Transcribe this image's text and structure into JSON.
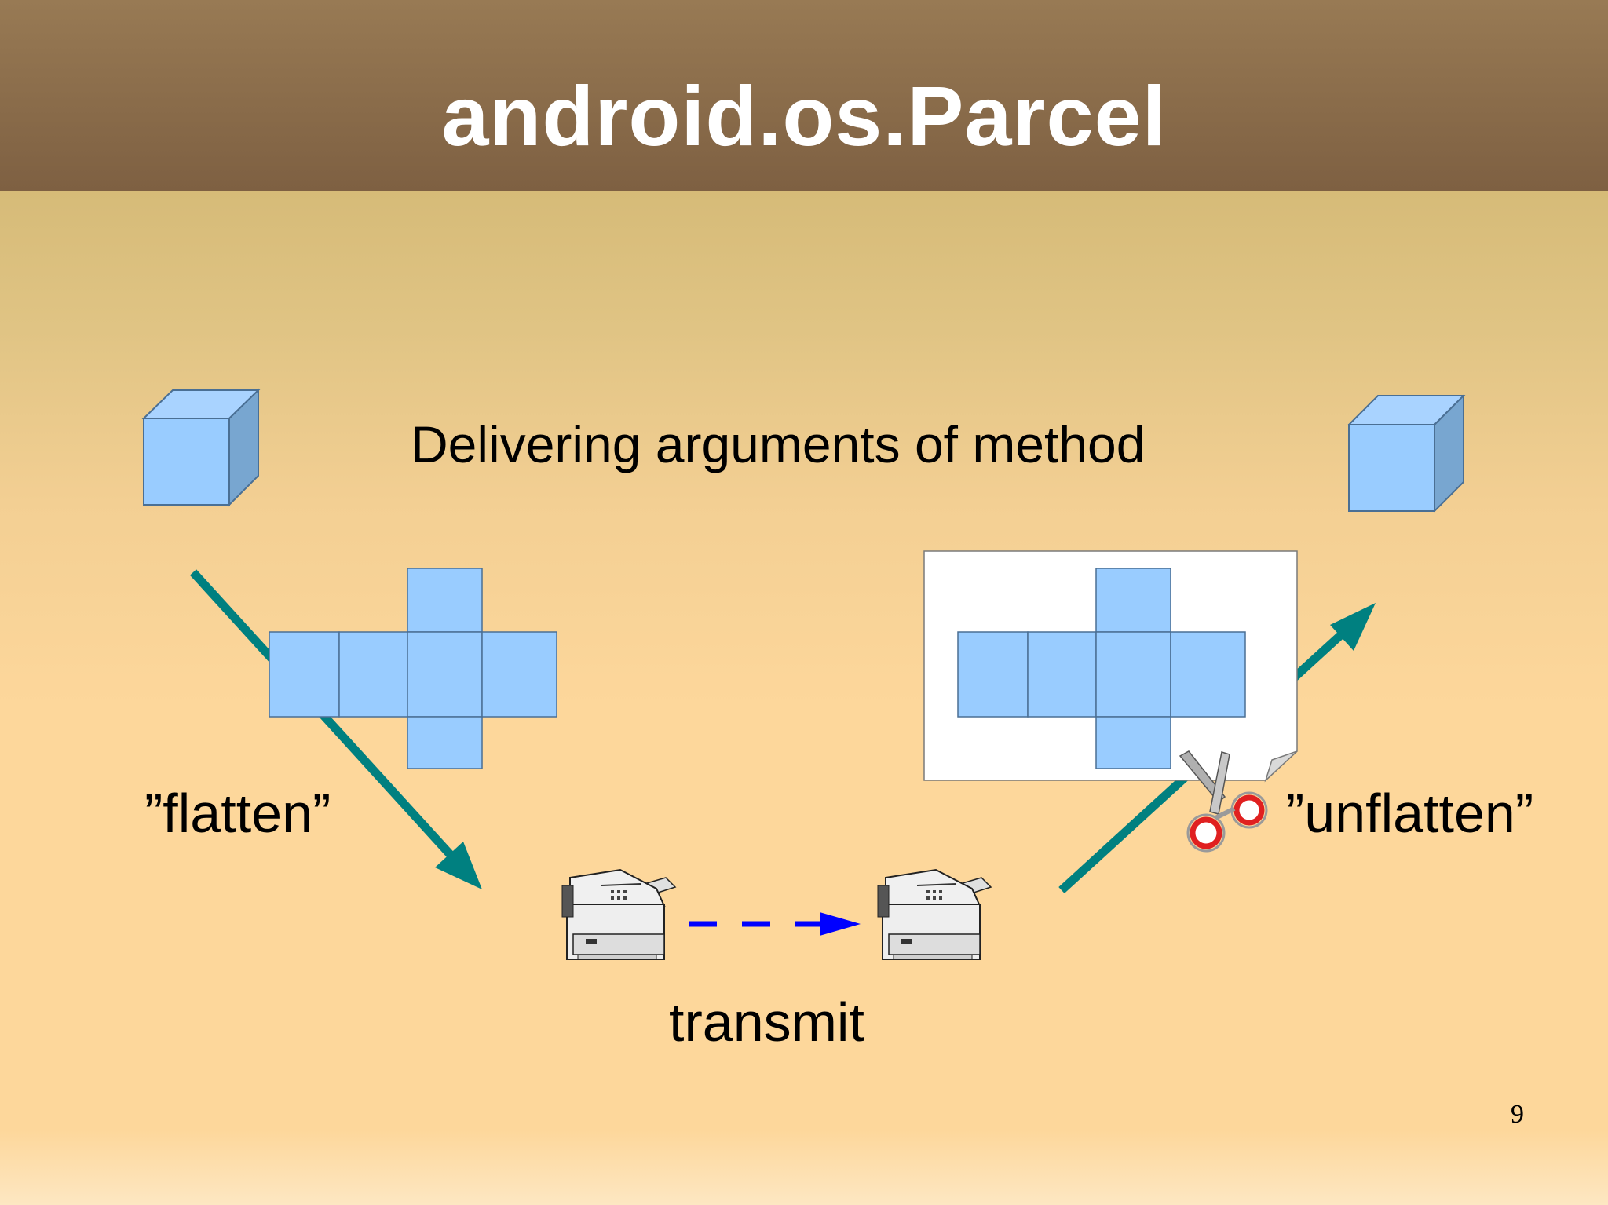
{
  "slide": {
    "title": "android.os.Parcel",
    "subtitle": "Delivering arguments of method",
    "flatten_label": "”flatten”",
    "unflatten_label": "”unflatten”",
    "transmit_label": "transmit",
    "page_number": "9"
  },
  "icons": {
    "cube": "cube-icon",
    "unfolded_cube": "cube-net-icon",
    "fax": "fax-machine-icon",
    "scissors": "scissors-icon",
    "paper": "paper-sheet-icon"
  },
  "colors": {
    "header_top": "#987a54",
    "header_bottom": "#7e6042",
    "background": "#fdd79b",
    "cube_face": "#99ccff",
    "cube_top": "#a9d3ff",
    "cube_side": "#78a6d0",
    "arrow_teal": "#008080",
    "transmit_arrow": "#0000ff",
    "scissors_handle": "#e02020",
    "title_text": "#ffffff",
    "body_text": "#000000"
  }
}
